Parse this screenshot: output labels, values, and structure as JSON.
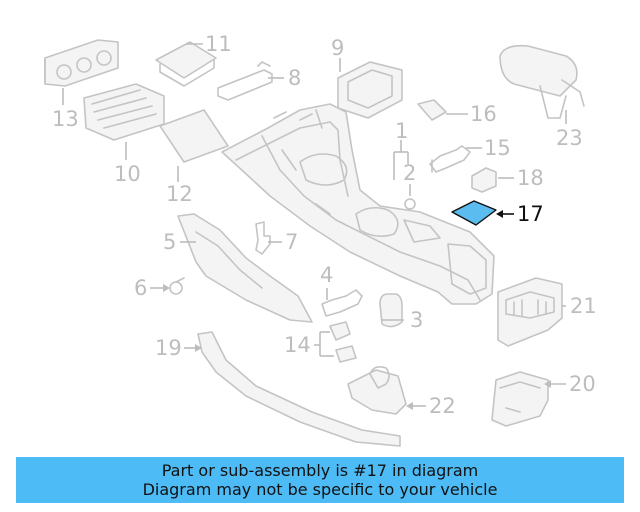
{
  "colors": {
    "line_gray": "#bdbdbd",
    "highlight_fill": "#5bbcf0",
    "banner_bg": "#4dbbf5",
    "text_dark": "#111111"
  },
  "callouts": {
    "c1": "1",
    "c2": "2",
    "c3": "3",
    "c4": "4",
    "c5": "5",
    "c6": "6",
    "c7": "7",
    "c8": "8",
    "c9": "9",
    "c10": "10",
    "c11": "11",
    "c12": "12",
    "c13": "13",
    "c14": "14",
    "c15": "15",
    "c16": "16",
    "c17": "17",
    "c18": "18",
    "c19": "19",
    "c20": "20",
    "c21": "21",
    "c22": "22",
    "c23": "23"
  },
  "highlighted_part": "17",
  "banner": {
    "line1": "Part or sub-assembly is #17 in diagram",
    "line2": "Diagram may not be specific to your vehicle"
  }
}
